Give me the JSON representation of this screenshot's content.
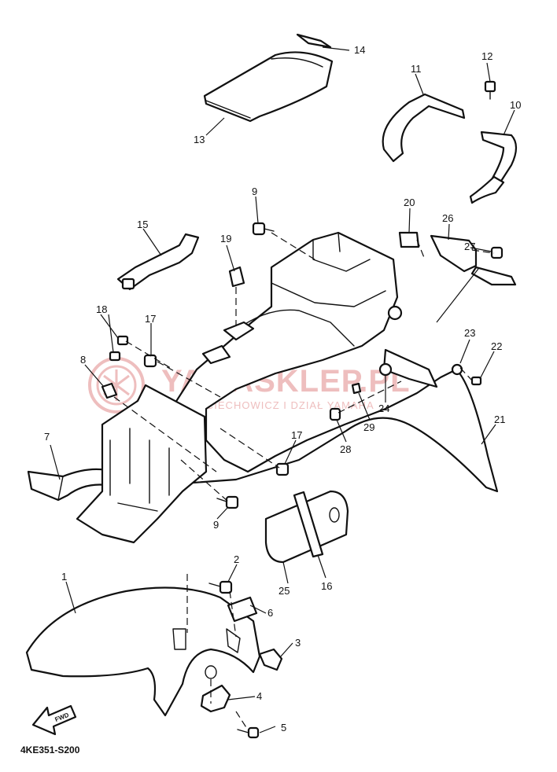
{
  "callouts": [
    {
      "label": "1"
    },
    {
      "label": "2"
    },
    {
      "label": "3"
    },
    {
      "label": "4"
    },
    {
      "label": "5"
    },
    {
      "label": "6"
    },
    {
      "label": "7"
    },
    {
      "label": "8"
    },
    {
      "label": "9"
    },
    {
      "label": "9"
    },
    {
      "label": "10"
    },
    {
      "label": "11"
    },
    {
      "label": "12"
    },
    {
      "label": "13"
    },
    {
      "label": "14"
    },
    {
      "label": "15"
    },
    {
      "label": "16"
    },
    {
      "label": "17"
    },
    {
      "label": "17"
    },
    {
      "label": "18"
    },
    {
      "label": "19"
    },
    {
      "label": "20"
    },
    {
      "label": "21"
    },
    {
      "label": "22"
    },
    {
      "label": "23"
    },
    {
      "label": "24"
    },
    {
      "label": "25"
    },
    {
      "label": "26"
    },
    {
      "label": "27"
    },
    {
      "label": "28"
    },
    {
      "label": "29"
    }
  ],
  "diagram_code": "4KE351-S200",
  "forward_arrow": {
    "label": "FWD",
    "icon": "forward-arrow-icon"
  },
  "watermark": {
    "brand": "YAMASKLEP.PL",
    "tagline": "WOJCIECHOWICZ I DZIAŁ YAMAHA",
    "icon": "yamaha-tuning-fork-logo-icon",
    "color": "#e9a9a9"
  },
  "colors": {
    "line": "#111111",
    "background": "#ffffff"
  }
}
